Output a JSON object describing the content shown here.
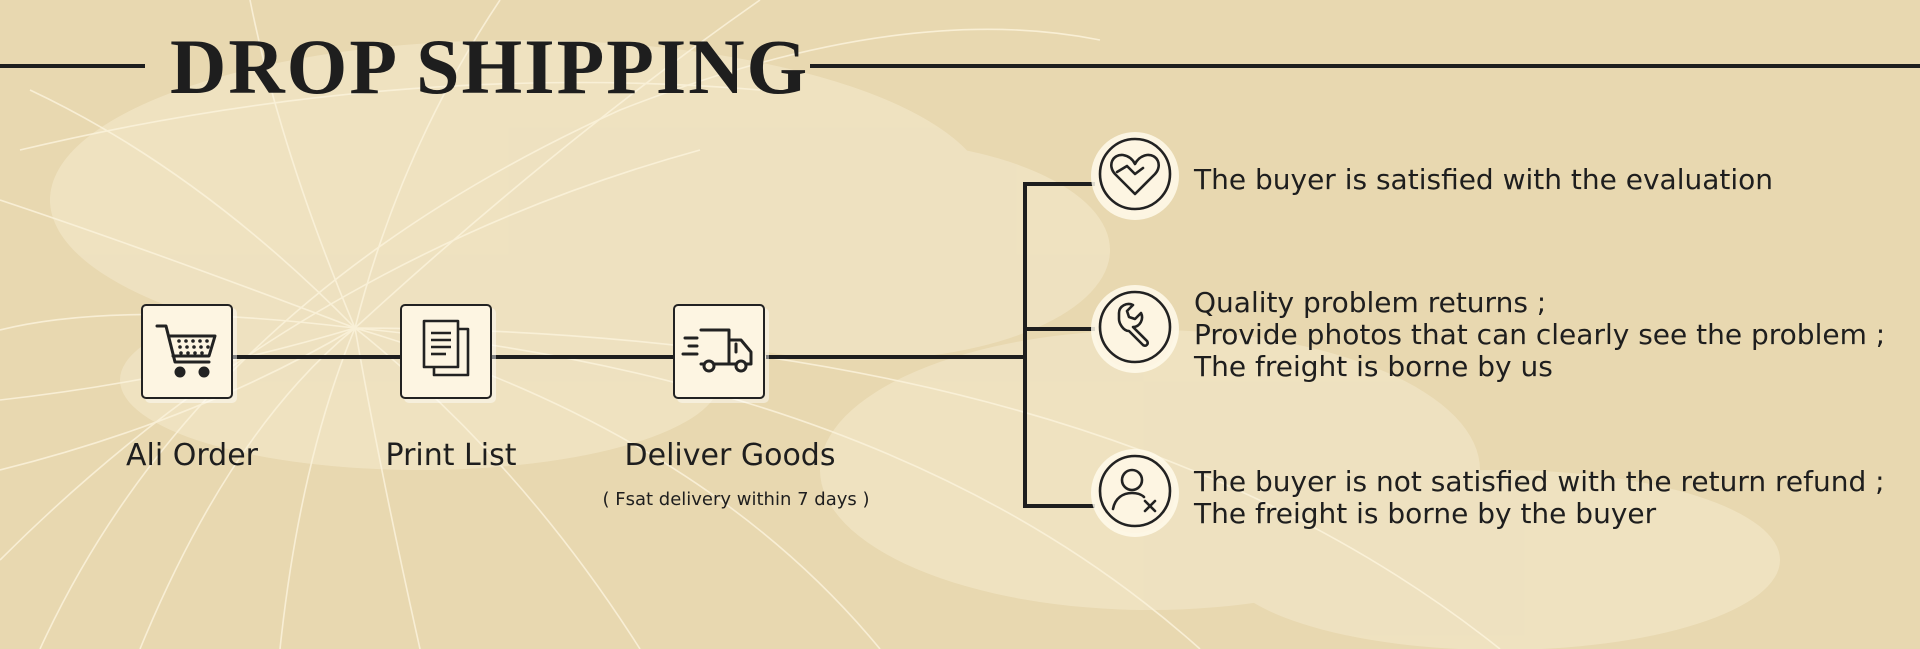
{
  "banner": {
    "title": "DROP SHIPPING",
    "colors": {
      "background": "#e8d8b0",
      "ink": "#1e1e1e",
      "box_fill": "#fdf5e2"
    }
  },
  "steps": [
    {
      "label": "Ali Order",
      "icon": "shopping-cart-icon"
    },
    {
      "label": "Print List",
      "icon": "document-list-icon"
    },
    {
      "label": "Deliver Goods",
      "icon": "delivery-truck-icon",
      "note": "( Fsat delivery within 7 days )"
    }
  ],
  "outcomes": [
    {
      "icon": "heart-hand-icon",
      "lines": [
        "The buyer is satisfied with the evaluation"
      ]
    },
    {
      "icon": "wrench-icon",
      "lines": [
        "Quality problem returns ;",
        "Provide photos that can clearly see the problem ;",
        "The freight is borne by us"
      ]
    },
    {
      "icon": "user-cancel-icon",
      "lines": [
        "The buyer is not satisfied with the return refund ;",
        "The freight is borne by the buyer"
      ]
    }
  ]
}
